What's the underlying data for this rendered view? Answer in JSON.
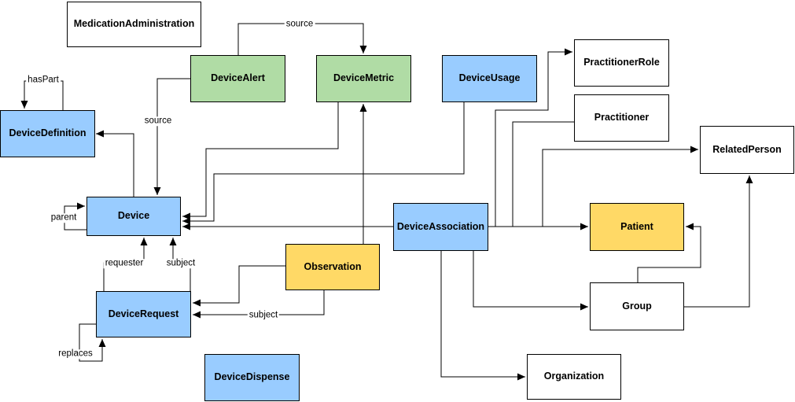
{
  "colors": {
    "node_blue": "#99CCFF",
    "node_green": "#B0DCA5",
    "node_yellow": "#FFD966",
    "node_white": "#FFFFFF",
    "border": "#000000",
    "edge_line": "#000000",
    "background": "#FFFFFF"
  },
  "nodes": {
    "medication_administration": {
      "label": "MedicationAdministration",
      "color": "white"
    },
    "device_alert": {
      "label": "DeviceAlert",
      "color": "green"
    },
    "device_metric": {
      "label": "DeviceMetric",
      "color": "green"
    },
    "device_usage": {
      "label": "DeviceUsage",
      "color": "blue"
    },
    "practitioner_role": {
      "label": "PractitionerRole",
      "color": "white"
    },
    "practitioner": {
      "label": "Practitioner",
      "color": "white"
    },
    "device_definition": {
      "label": "DeviceDefinition",
      "color": "blue"
    },
    "related_person": {
      "label": "RelatedPerson",
      "color": "white"
    },
    "device": {
      "label": "Device",
      "color": "blue"
    },
    "device_association": {
      "label": "DeviceAssociation",
      "color": "blue"
    },
    "patient": {
      "label": "Patient",
      "color": "yellow"
    },
    "observation": {
      "label": "Observation",
      "color": "yellow"
    },
    "device_request": {
      "label": "DeviceRequest",
      "color": "blue"
    },
    "group": {
      "label": "Group",
      "color": "white"
    },
    "device_dispense": {
      "label": "DeviceDispense",
      "color": "blue"
    },
    "organization": {
      "label": "Organization",
      "color": "white"
    }
  },
  "edge_labels": {
    "source_alert_to_metric": "source",
    "source_alert_to_device": "source",
    "has_part": "hasPart",
    "parent": "parent",
    "requester": "requester",
    "subject_to_device": "subject",
    "subject_to_device_request": "subject",
    "replaces": "replaces"
  },
  "edges": [
    {
      "from": "DeviceAlert",
      "to": "DeviceMetric",
      "label": "source"
    },
    {
      "from": "DeviceAlert",
      "to": "Device",
      "label": "source"
    },
    {
      "from": "Device",
      "to": "DeviceDefinition",
      "label": ""
    },
    {
      "from": "DeviceDefinition",
      "to": "DeviceDefinition",
      "label": "hasPart"
    },
    {
      "from": "Device",
      "to": "Device",
      "label": "parent"
    },
    {
      "from": "DeviceMetric",
      "to": "Device",
      "label": ""
    },
    {
      "from": "DeviceUsage",
      "to": "Device",
      "label": ""
    },
    {
      "from": "Observation",
      "to": "DeviceMetric",
      "label": ""
    },
    {
      "from": "DeviceAssociation",
      "to": "Device",
      "label": ""
    },
    {
      "from": "DeviceRequest",
      "to": "Device",
      "label": "requester"
    },
    {
      "from": "DeviceRequest",
      "to": "Device",
      "label": "subject"
    },
    {
      "from": "Observation",
      "to": "DeviceRequest",
      "label": ""
    },
    {
      "from": "Observation",
      "to": "DeviceRequest",
      "label": "subject"
    },
    {
      "from": "DeviceRequest",
      "to": "DeviceRequest",
      "label": "replaces"
    },
    {
      "from": "DeviceAssociation",
      "to": "Patient",
      "label": ""
    },
    {
      "from": "DeviceAssociation",
      "to": "PractitionerRole",
      "label": ""
    },
    {
      "from": "DeviceAssociation",
      "to": "Practitioner",
      "label": ""
    },
    {
      "from": "DeviceAssociation",
      "to": "RelatedPerson",
      "label": ""
    },
    {
      "from": "DeviceAssociation",
      "to": "Organization",
      "label": ""
    },
    {
      "from": "DeviceAssociation",
      "to": "Group",
      "label": ""
    },
    {
      "from": "Group",
      "to": "Patient",
      "label": ""
    },
    {
      "from": "Group",
      "to": "RelatedPerson",
      "label": ""
    }
  ]
}
